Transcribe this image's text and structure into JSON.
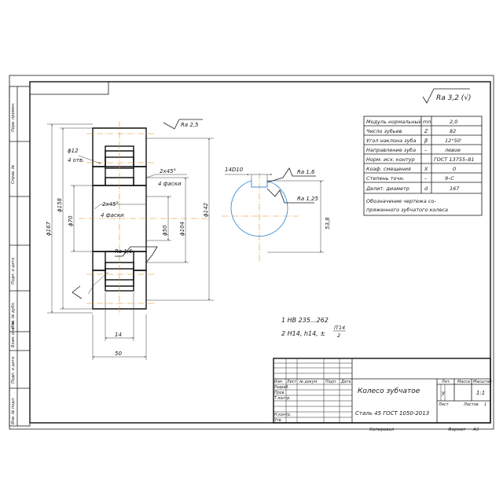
{
  "roughness": {
    "general": "Ra 3,2 (√)"
  },
  "side_stamp": [
    "Перв. примен.",
    "Справ. №",
    "Подп. и дата",
    "Инв. № дубл.",
    "Взам. инв. №",
    "Подп. и дата",
    "Инв. № подл."
  ],
  "param_table": [
    {
      "name": "Модуль нормальный",
      "sym": "mn",
      "val": "2,0"
    },
    {
      "name": "Число зубьев",
      "sym": "Z",
      "val": "82"
    },
    {
      "name": "Угол наклона зуба",
      "sym": "β",
      "val": "12°50'"
    },
    {
      "name": "Направление зуба",
      "sym": "–",
      "val": "левое"
    },
    {
      "name": "Норм. исх. контур",
      "sym": "",
      "val": "ГОСТ 13755–81"
    },
    {
      "name": "Коэф. смещения",
      "sym": "X",
      "val": "0"
    },
    {
      "name": "Степень точн.",
      "sym": "–",
      "val": "9–С"
    },
    {
      "name": "Делит. диаметр",
      "sym": "d",
      "val": "167"
    }
  ],
  "param_note": [
    "Обозначение чертежа со-",
    "пряженного зубчатого колеса"
  ],
  "dims": {
    "ra25": "Ra 2,5",
    "ra16_a": "Ra 1,6",
    "ra16_b": "Ra 1,6",
    "ra125": "Ra 1,25",
    "d12": "ϕ12",
    "holes": "4 отв.",
    "d158": "ϕ158",
    "d167": "ϕ167",
    "d70": "ϕ70",
    "d50": "ϕ50",
    "d104": "ϕ104",
    "d142": "ϕ142",
    "ch1": "2x45°",
    "ch1b": "4 фаски",
    "ch2": "2x45°",
    "ch2b": "4 фаски",
    "w14": "14",
    "w50": "50",
    "key14": "14D10",
    "k538": "53,8"
  },
  "notes": {
    "n1": "1 НВ 235...262",
    "n2_prefix": "2 Н14, h14, ±",
    "n2_num": "IT14",
    "n2_den": "2"
  },
  "title_block": {
    "name": "Колесо зубчатое",
    "material": "Сталь 45 ГОСТ 1050-2013",
    "lit_hdr": "Лит.",
    "mass_hdr": "Масса",
    "scale_hdr": "Масштаб",
    "lit_val": "у",
    "scale_val": "1:1",
    "sheet_lbl": "Лист",
    "sheets_lbl": "Листов",
    "sheets_val": "1",
    "row_hdr": [
      "Изм.",
      "Лист",
      "№ докум.",
      "Подп.",
      "Дата"
    ],
    "roles": [
      "Разраб.",
      "Пров.",
      "Т.контр.",
      "",
      "Н.контр.",
      "Утв."
    ],
    "copied": "Копировал",
    "format": "Формат",
    "format_val": "А3"
  }
}
